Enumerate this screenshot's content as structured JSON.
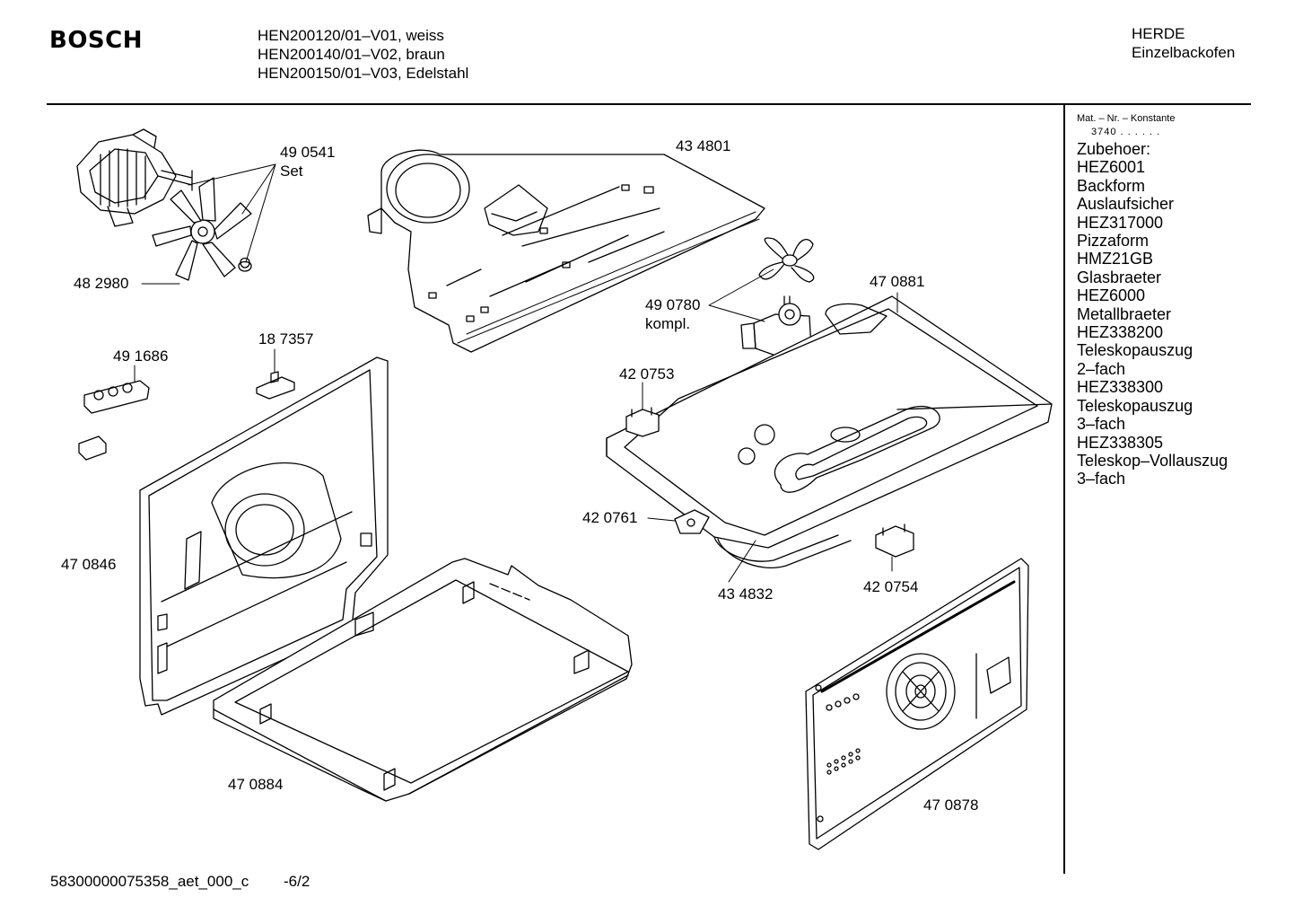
{
  "header": {
    "brand": "BOSCH",
    "models": [
      "HEN200120/01–V01, weiss",
      "HEN200140/01–V02, braun",
      "HEN200150/01–V03, Edelstahl"
    ],
    "category": "HERDE",
    "subcategory": "Einzelbackofen"
  },
  "sidebar": {
    "mat_label": "Mat. – Nr. – Konstante",
    "mat_value": "3740 . . . . . .",
    "accessories": [
      "Zubehoer:",
      "HEZ6001",
      "Backform",
      "Auslaufsicher",
      "HEZ317000",
      "Pizzaform",
      "HMZ21GB",
      "Glasbraeter",
      "HEZ6000",
      "Metallbraeter",
      "HEZ338200",
      "Teleskopauszug",
      "2–fach",
      "HEZ338300",
      "Teleskopauszug",
      "3–fach",
      "HEZ338305",
      "Teleskop–Vollauszug",
      "3–fach"
    ]
  },
  "parts": {
    "p490541": "49 0541",
    "p490541_sub": "Set",
    "p482980": "48 2980",
    "p434801": "43 4801",
    "p490780": "49 0780",
    "p490780_sub": "kompl.",
    "p470881": "47 0881",
    "p187357": "18 7357",
    "p491686": "49 1686",
    "p420753": "42 0753",
    "p420761": "42 0761",
    "p434832": "43 4832",
    "p420754": "42 0754",
    "p470846": "47 0846",
    "p470884": "47 0884",
    "p470878": "47 0878"
  },
  "footer": {
    "doc_id": "58300000075358_aet_000_c",
    "page": "-6/2"
  }
}
